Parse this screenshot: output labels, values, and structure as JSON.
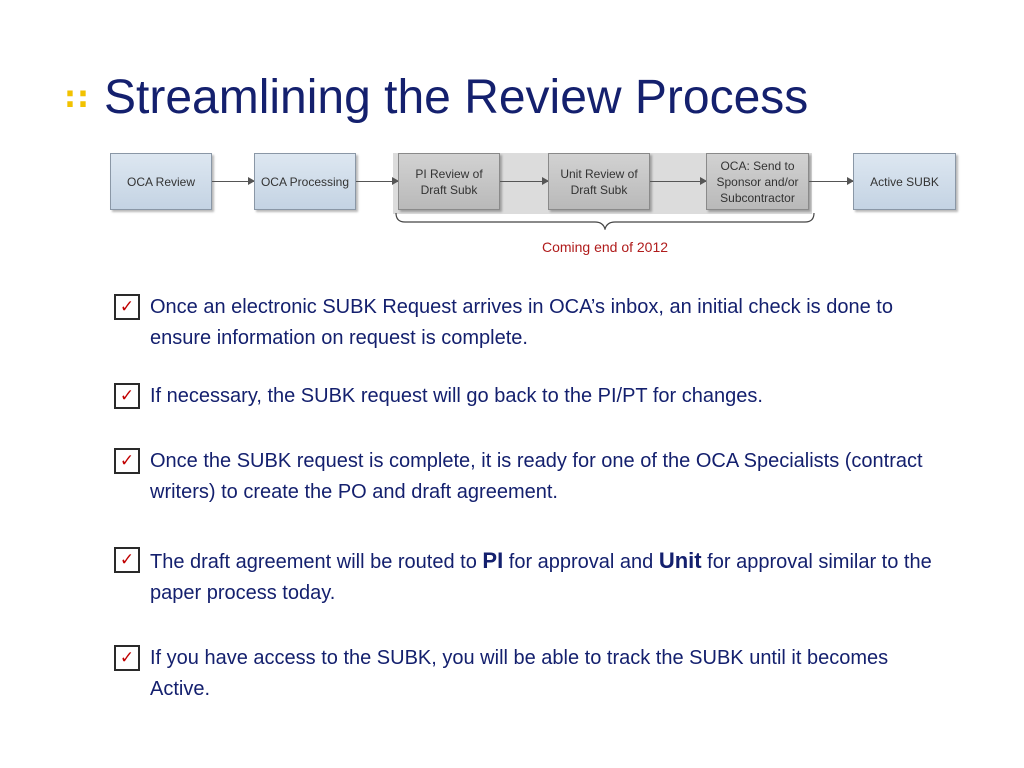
{
  "title": {
    "mark": "::",
    "text": "Streamlining the Review Process"
  },
  "flow": {
    "steps": [
      "OCA Review",
      "OCA Processing",
      "PI Review of\nDraft Subk",
      "Unit Review of\nDraft Subk",
      "OCA: Send to\nSponsor and/or\nSubcontractor",
      "Active SUBK"
    ],
    "note": "Coming end of 2012",
    "colors": {
      "step": "#c9d7e6",
      "future_step": "#c3c3c3",
      "note": "#b01c1c"
    }
  },
  "bullets": [
    {
      "icon": "checkbox-check-icon",
      "text": "Once an electronic SUBK Request arrives in OCA’s inbox, an initial check is done to ensure information on request is complete."
    },
    {
      "icon": "checkbox-check-icon",
      "text": "If necessary, the SUBK request will go back to the PI/PT for changes."
    },
    {
      "icon": "checkbox-check-icon",
      "text": "Once the SUBK request is complete, it is ready for one of the OCA Specialists (contract writers) to create the PO and draft agreement."
    },
    {
      "icon": "checkbox-check-icon",
      "parts": [
        "The draft agreement will be routed to ",
        "PI",
        " for approval and ",
        "Unit",
        " for approval similar to the paper process today."
      ]
    },
    {
      "icon": "checkbox-check-icon",
      "text": "If you have access to the SUBK, you will be able to track the SUBK  until it becomes Active."
    }
  ],
  "colors": {
    "title": "#14206e",
    "title_mark": "#f2c200",
    "text": "#14206e",
    "check": "#c00000"
  }
}
